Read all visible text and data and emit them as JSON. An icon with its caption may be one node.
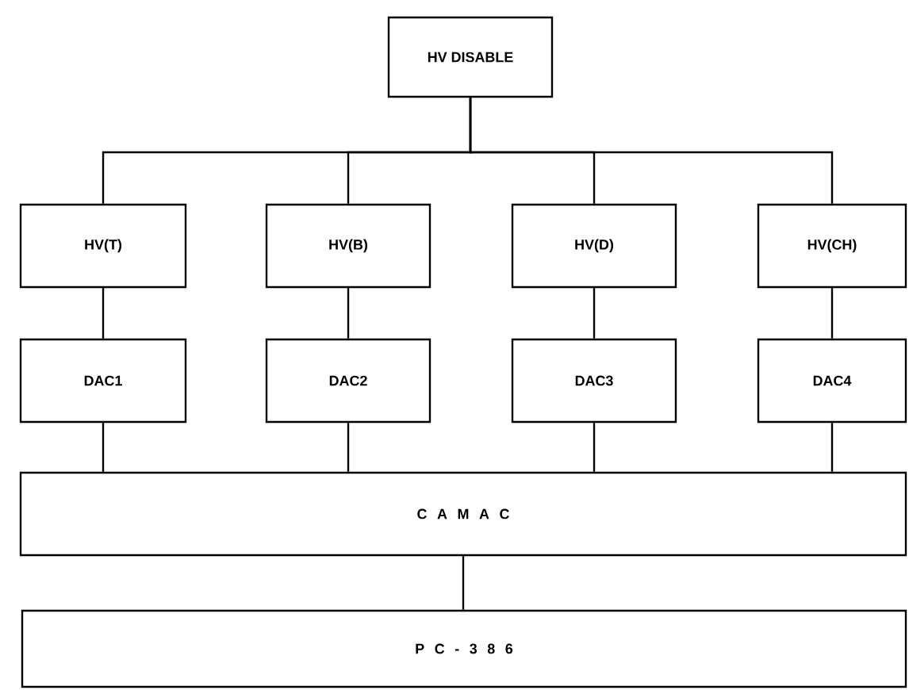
{
  "diagram": {
    "nodes": [
      {
        "text": [
          "HV DISABLE"
        ]
      },
      {
        "text": [
          "HV(T)"
        ]
      },
      {
        "text": [
          "HV(B)"
        ]
      },
      {
        "text": [
          "HV(D)"
        ]
      },
      {
        "text": [
          "HV(CH)"
        ]
      },
      {
        "text": [
          "DAC1"
        ]
      },
      {
        "text": [
          "DAC2"
        ]
      },
      {
        "text": [
          "DAC3"
        ]
      },
      {
        "text": [
          "DAC4"
        ]
      },
      {
        "text": [
          "C A M A C"
        ]
      },
      {
        "text": [
          "P C - 3 8 6"
        ]
      }
    ],
    "edges": [
      {
        "from": 0,
        "to": 1,
        "arrow": "none"
      },
      {
        "from": 0,
        "to": 2,
        "arrow": "none"
      },
      {
        "from": 0,
        "to": 3,
        "arrow": "none"
      },
      {
        "from": 0,
        "to": 4,
        "arrow": "none"
      },
      {
        "from": 1,
        "to": 5,
        "arrow": "none"
      },
      {
        "from": 2,
        "to": 6,
        "arrow": "none"
      },
      {
        "from": 3,
        "to": 7,
        "arrow": "none"
      },
      {
        "from": 4,
        "to": 8,
        "arrow": "none"
      },
      {
        "from": 5,
        "to": 9,
        "arrow": "none"
      },
      {
        "from": 6,
        "to": 9,
        "arrow": "none"
      },
      {
        "from": 7,
        "to": 9,
        "arrow": "none"
      },
      {
        "from": 8,
        "to": 9,
        "arrow": "none"
      },
      {
        "from": 9,
        "to": 10,
        "arrow": "none"
      }
    ]
  }
}
